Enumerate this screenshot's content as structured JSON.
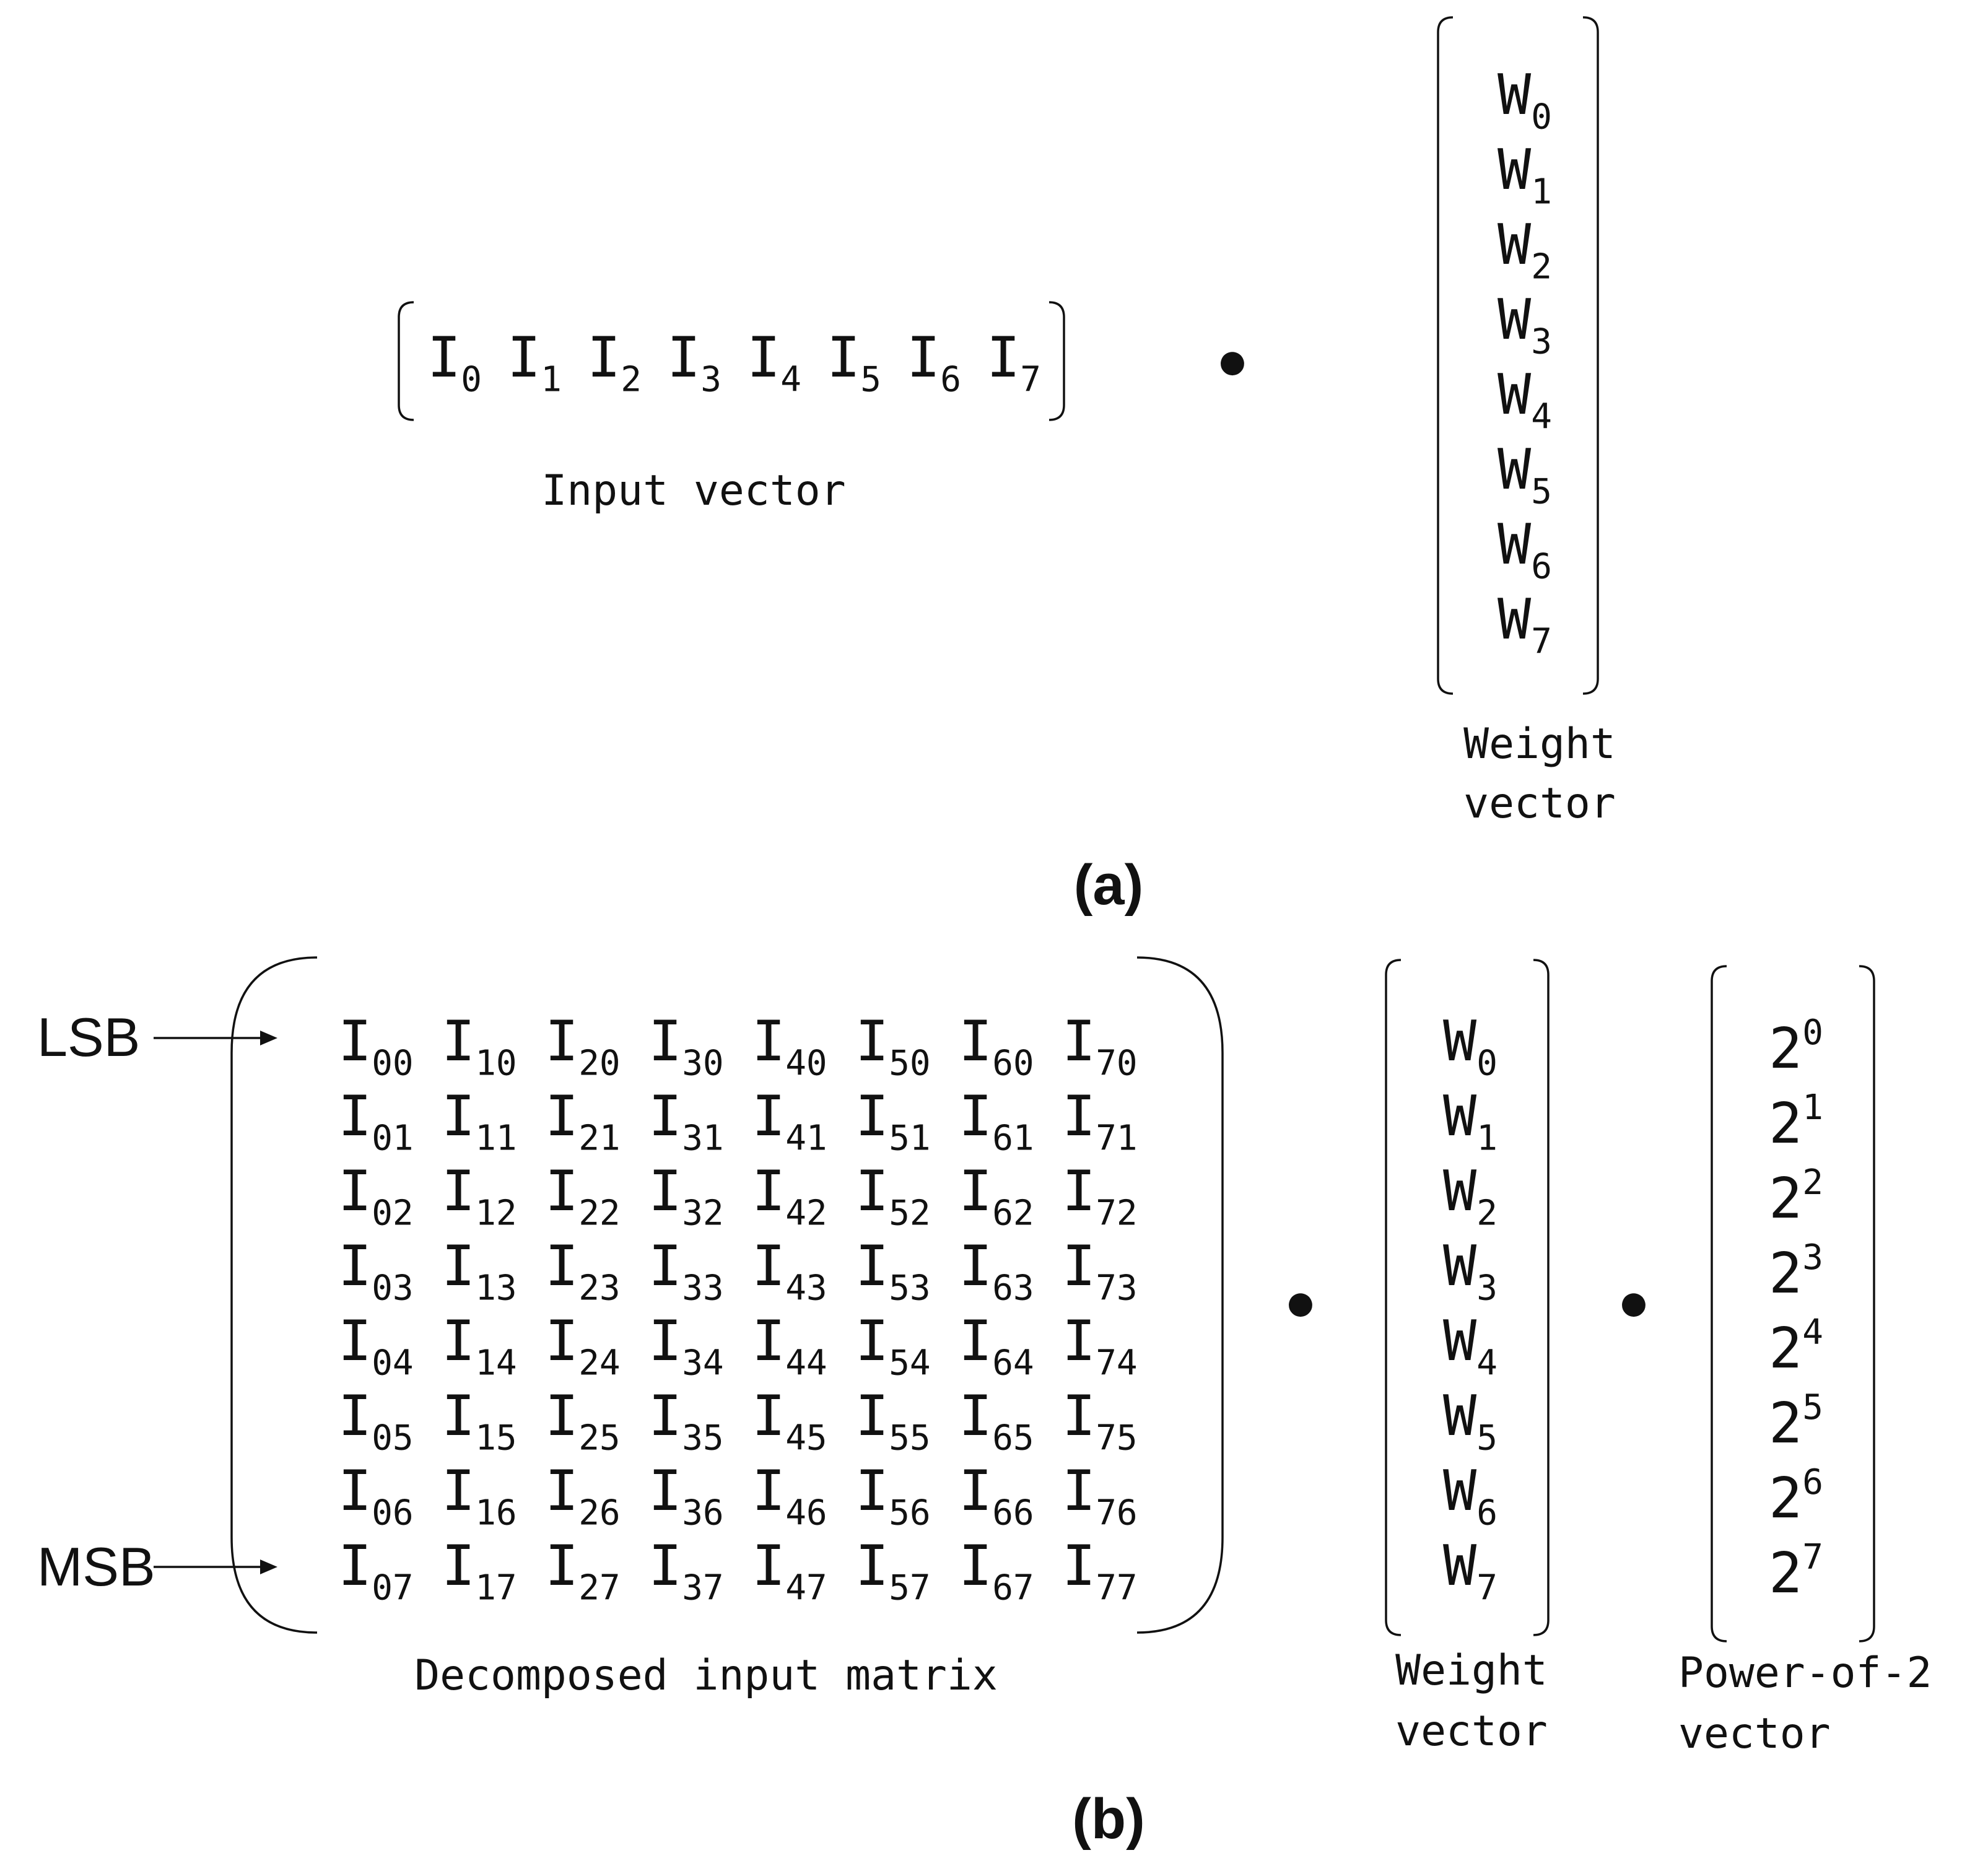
{
  "panel_a": {
    "input_vector": {
      "base": "I",
      "subscripts": [
        "0",
        "1",
        "2",
        "3",
        "4",
        "5",
        "6",
        "7"
      ],
      "caption": "Input vector"
    },
    "operator": "●",
    "weight_vector": {
      "base": "W",
      "subscripts": [
        "0",
        "1",
        "2",
        "3",
        "4",
        "5",
        "6",
        "7"
      ],
      "caption": [
        "Weight",
        "vector"
      ]
    },
    "label": "(a)"
  },
  "panel_b": {
    "decomposed_matrix": {
      "base": "I",
      "rows": [
        [
          "00",
          "10",
          "20",
          "30",
          "40",
          "50",
          "60",
          "70"
        ],
        [
          "01",
          "11",
          "21",
          "31",
          "41",
          "51",
          "61",
          "71"
        ],
        [
          "02",
          "12",
          "22",
          "32",
          "42",
          "52",
          "62",
          "72"
        ],
        [
          "03",
          "13",
          "23",
          "33",
          "43",
          "53",
          "63",
          "73"
        ],
        [
          "04",
          "14",
          "24",
          "34",
          "44",
          "54",
          "64",
          "74"
        ],
        [
          "05",
          "15",
          "25",
          "35",
          "45",
          "55",
          "65",
          "75"
        ],
        [
          "06",
          "16",
          "26",
          "36",
          "46",
          "56",
          "66",
          "76"
        ],
        [
          "07",
          "17",
          "27",
          "37",
          "47",
          "57",
          "67",
          "77"
        ]
      ],
      "caption": "Decomposed input matrix"
    },
    "lsb_label": "LSB",
    "msb_label": "MSB",
    "operator": "●",
    "weight_vector": {
      "base": "W",
      "subscripts": [
        "0",
        "1",
        "2",
        "3",
        "4",
        "5",
        "6",
        "7"
      ],
      "caption": [
        "Weight",
        "vector"
      ]
    },
    "power_vector": {
      "base": "2",
      "exponents": [
        "0",
        "1",
        "2",
        "3",
        "4",
        "5",
        "6",
        "7"
      ],
      "caption": [
        "Power-of-2",
        "vector"
      ]
    },
    "label": "(b)"
  }
}
